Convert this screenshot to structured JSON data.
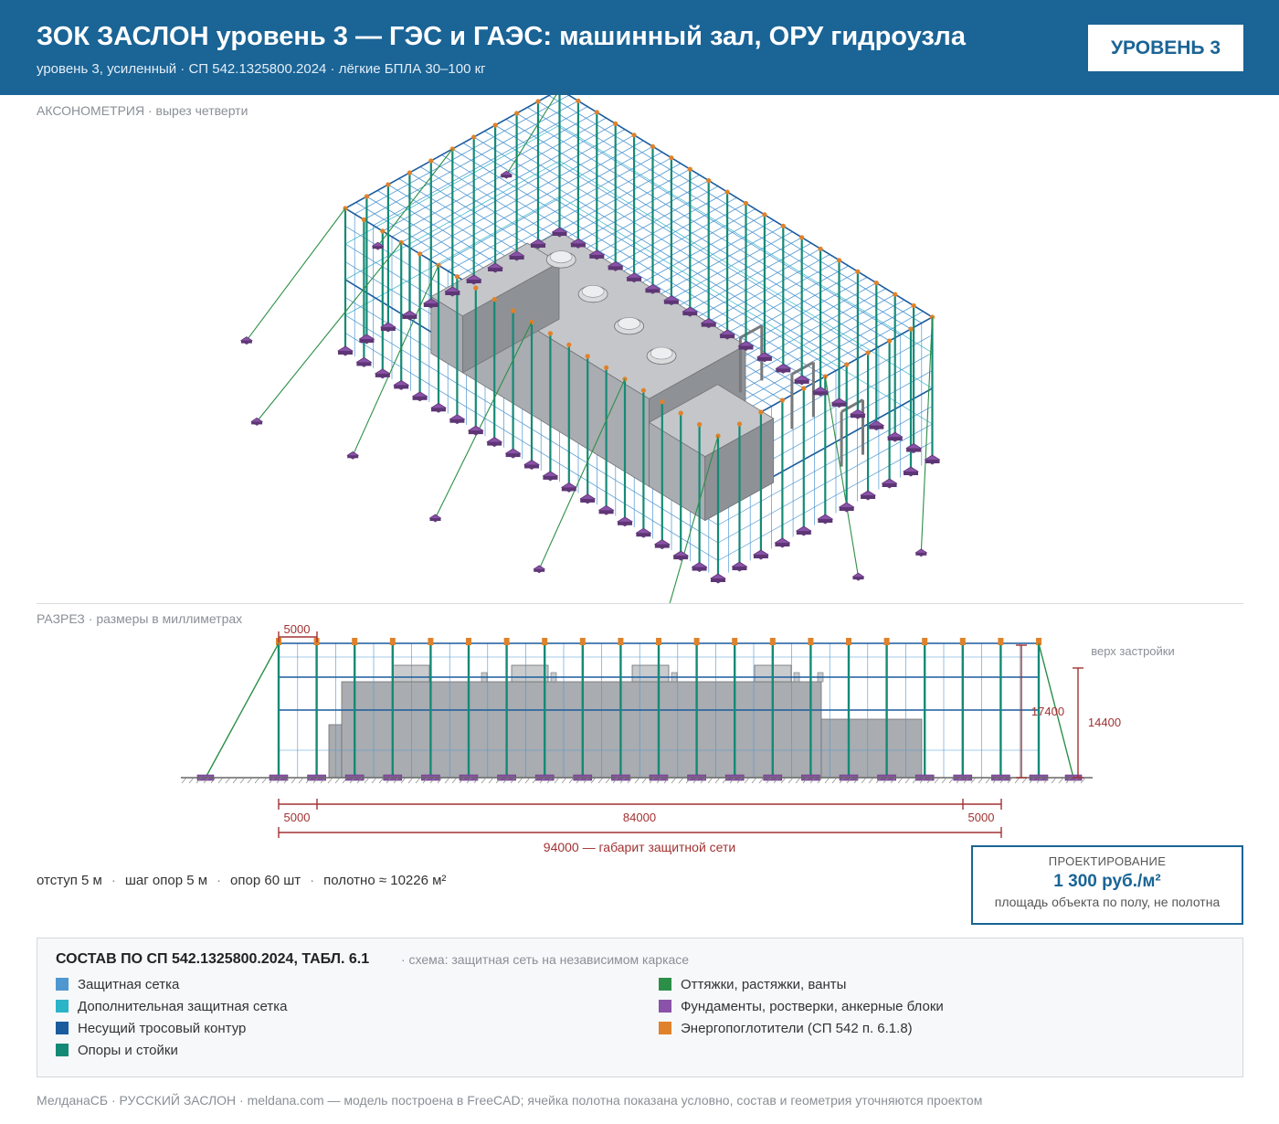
{
  "header": {
    "title": "ЗОК ЗАСЛОН уровень 3 — ГЭС и ГАЭС: машинный зал, ОРУ гидроузла",
    "subtitle": "уровень 3, усиленный · СП 542.1325800.2024 · лёгкие БПЛА 30–100 кг",
    "badge": "УРОВЕНЬ 3"
  },
  "axonometry": {
    "label": "АКСОНОМЕТРИЯ",
    "sublabel": "· вырез четверти"
  },
  "section": {
    "label": "РАЗРЕЗ",
    "sublabel": "· размеры в миллиметрах",
    "dims": {
      "step_top": "5000",
      "left_offset": "5000",
      "span": "84000",
      "right_offset": "5000",
      "overall": "94000 — габарит защитной сети",
      "net_height": "17400",
      "build_height": "14400",
      "build_top_label": "верх застройки"
    }
  },
  "stats": {
    "offset": "отступ 5 м",
    "step": "шаг опор 5 м",
    "poles": "опор 60 шт",
    "area": "полотно ≈ 10226 м²"
  },
  "price": {
    "caption": "ПРОЕКТИРОВАНИЕ",
    "value": "1 300 руб./м²",
    "note": "площадь объекта по полу, не полотна"
  },
  "legend": {
    "title": "СОСТАВ ПО СП 542.1325800.2024, ТАБЛ. 6.1",
    "scheme": "· схема: защитная сеть на независимом каркасе",
    "items": [
      {
        "label": "Защитная сетка",
        "color": "#4f97d1"
      },
      {
        "label": "Дополнительная защитная сетка",
        "color": "#2bb3c8"
      },
      {
        "label": "Несущий тросовый контур",
        "color": "#1a5c9e"
      },
      {
        "label": "Опоры и стойки",
        "color": "#148a76"
      },
      {
        "label": "Оттяжки, растяжки, ванты",
        "color": "#2c8f47"
      },
      {
        "label": "Фундаменты, ростверки, анкерные блоки",
        "color": "#8a52a8"
      },
      {
        "label": "Энергопоглотители (СП 542 п. 6.1.8)",
        "color": "#e0822a"
      }
    ]
  },
  "footer": "МелданаСБ · РУССКИЙ ЗАСЛОН · meldana.com — модель построена в FreeCAD; ячейка полотна показана условно, состав и геометрия уточняются проектом"
}
